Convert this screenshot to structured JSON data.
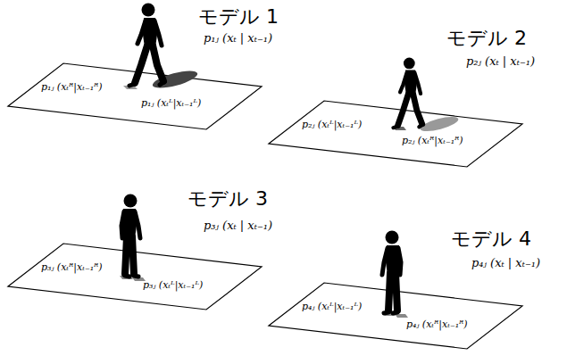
{
  "diagram": {
    "nodes": [
      {
        "text": [
          "モデル 1",
          "p₁ⱼ (xₜ | xₜ₋₁)",
          "p₁ⱼ (xₜᴿ|xₜ₋₁ᴿ)",
          "p₁ⱼ (xₜᴸ|xₜ₋₁ᴸ)"
        ]
      },
      {
        "text": [
          "モデル 2",
          "p₂ⱼ (xₜ | xₜ₋₁)",
          "p₂ⱼ (xₜᴸ|xₜ₋₁ᴸ)",
          "p₂ⱼ (xₜᴿ|xₜ₋₁ᴿ)"
        ]
      },
      {
        "text": [
          "モデル 3",
          "p₃ⱼ (xₜ | xₜ₋₁)",
          "p₃ⱼ (xₜᴿ|xₜ₋₁ᴿ)",
          "p₃ⱼ (xₜᴸ|xₜ₋₁ᴸ)"
        ]
      },
      {
        "text": [
          "モデル 4",
          "p₄ⱼ (xₜ | xₜ₋₁)",
          "p₄ⱼ (xₜᴸ|xₜ₋₁ᴸ)",
          "p₄ⱼ (xₜᴿ|xₜ₋₁ᴿ)"
        ]
      }
    ]
  }
}
